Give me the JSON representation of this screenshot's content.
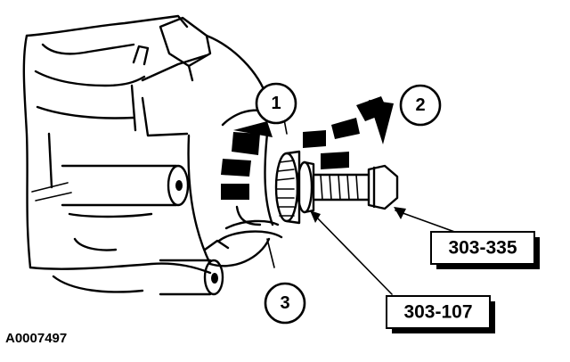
{
  "callouts": [
    {
      "label": "1"
    },
    {
      "label": "2"
    },
    {
      "label": "3"
    }
  ],
  "tools": [
    {
      "label": "303-335"
    },
    {
      "label": "303-107"
    }
  ],
  "figure_id": "A0007497"
}
